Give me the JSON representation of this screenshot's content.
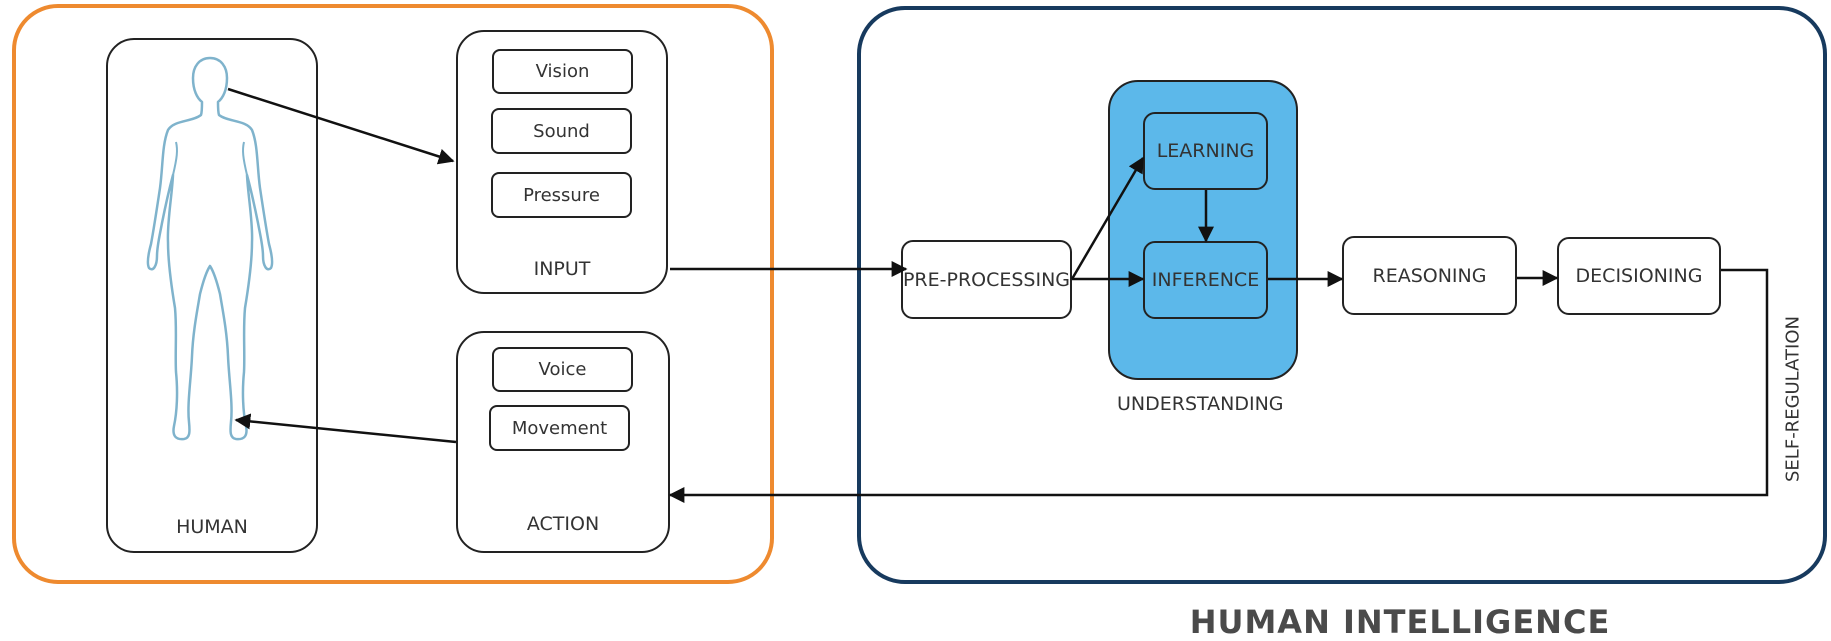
{
  "colors": {
    "left_frame": "#EE8A2F",
    "right_frame": "#173A5E",
    "understanding_fill": "#5CB8EA",
    "human_outline": "#7FB3CC"
  },
  "human": {
    "label": "HUMAN",
    "icon": "human-figure-icon"
  },
  "input": {
    "label": "INPUT",
    "items": [
      "Vision",
      "Sound",
      "Pressure"
    ]
  },
  "action": {
    "label": "ACTION",
    "items": [
      "Voice",
      "Movement"
    ]
  },
  "pipeline": {
    "pre_processing": "PRE-PROCESSING",
    "learning": "LEARNING",
    "inference": "INFERENCE",
    "understanding": "UNDERSTANDING",
    "reasoning": "REASONING",
    "decisioning": "DECISIONING",
    "self_regulation": "SELF-REGULATION"
  },
  "footer_title": "HUMAN INTELLIGENCE"
}
